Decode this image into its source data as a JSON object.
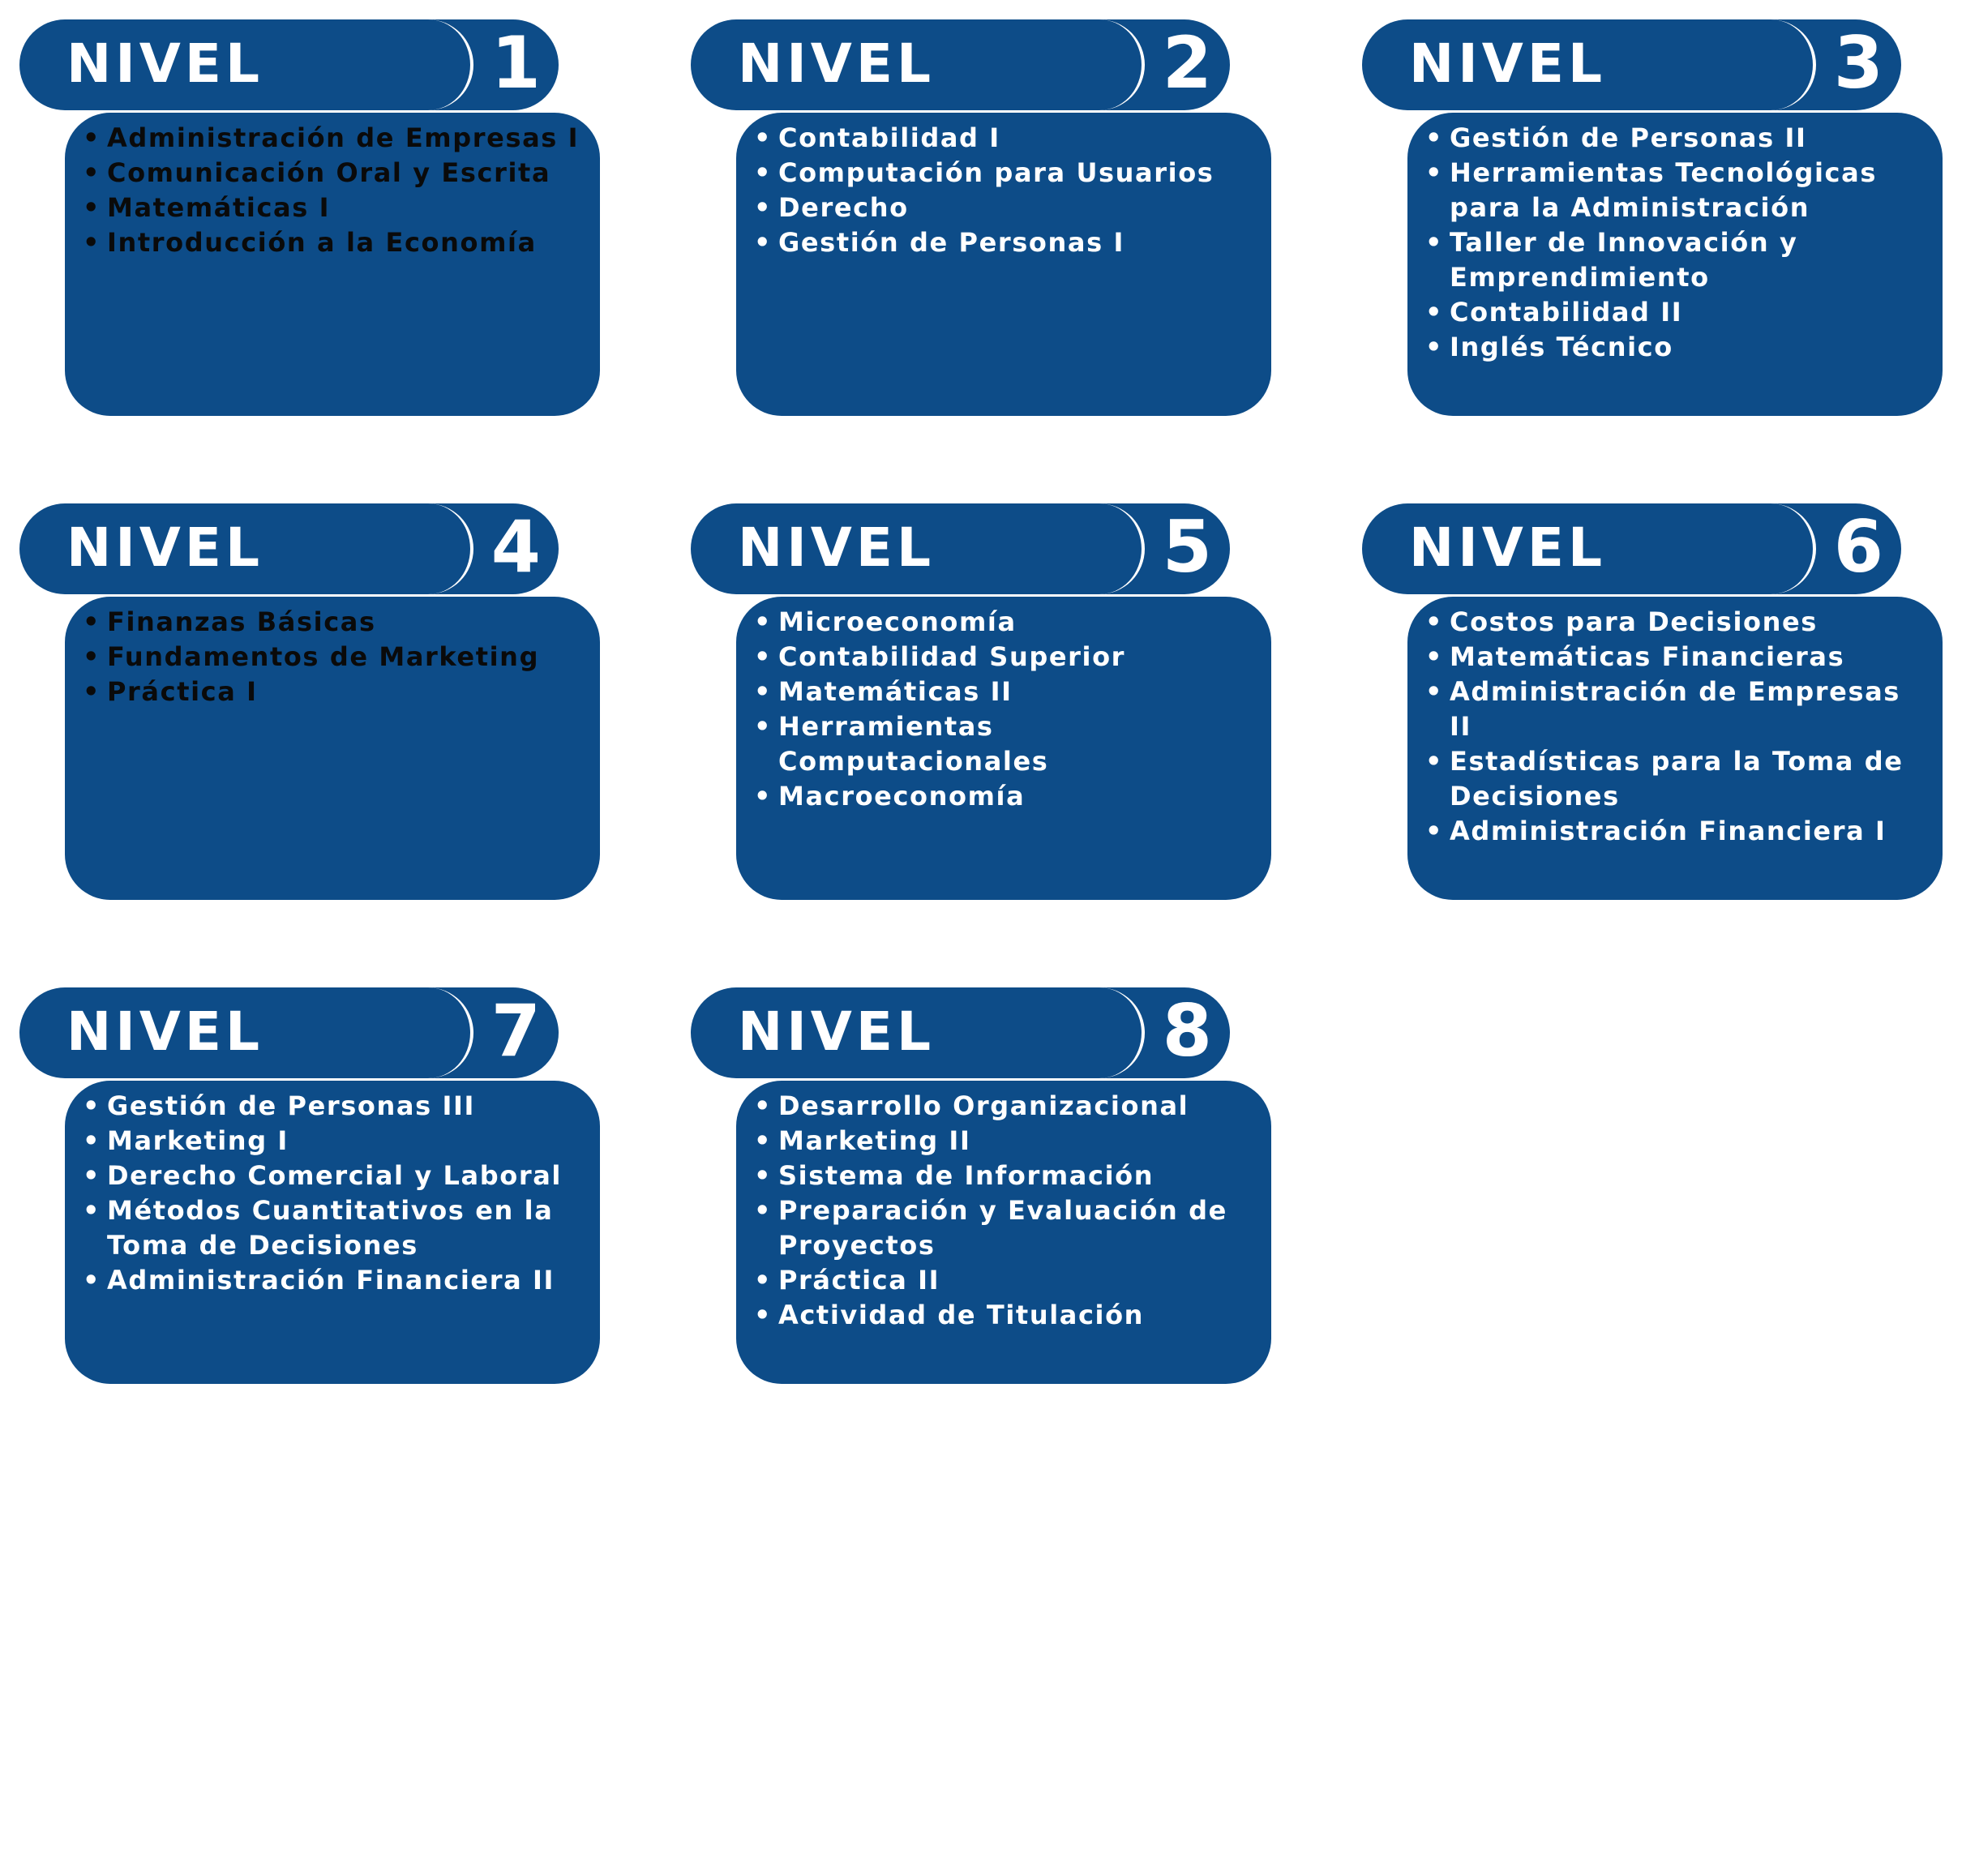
{
  "levels": [
    {
      "word": "NIVEL",
      "number": "1",
      "text_color": "dark",
      "courses": [
        "Administración de Empresas I",
        "Comunicación Oral y Escrita",
        "Matemáticas I",
        "Introducción a la Economía"
      ]
    },
    {
      "word": "NIVEL",
      "number": "2",
      "text_color": "light",
      "courses": [
        "Contabilidad I",
        "Computación para Usuarios",
        "Derecho",
        "Gestión de Personas I"
      ]
    },
    {
      "word": "NIVEL",
      "number": "3",
      "text_color": "light",
      "courses": [
        "Gestión de Personas II",
        "Herramientas Tecnológicas para la Administración",
        "Taller de Innovación y Emprendimiento",
        "Contabilidad II",
        "Inglés Técnico"
      ]
    },
    {
      "word": "NIVEL",
      "number": "4",
      "text_color": "dark",
      "courses": [
        "Finanzas Básicas",
        "Fundamentos de Marketing",
        "Práctica I"
      ]
    },
    {
      "word": "NIVEL",
      "number": "5",
      "text_color": "light",
      "courses": [
        "Microeconomía",
        "Contabilidad Superior",
        "Matemáticas II",
        "Herramientas Computacionales",
        "Macroeconomía"
      ]
    },
    {
      "word": "NIVEL",
      "number": "6",
      "text_color": "light",
      "courses": [
        "Costos para Decisiones",
        "Matemáticas Financieras",
        "Administración de Empresas II",
        "Estadísticas para la Toma de Decisiones",
        "Administración Financiera I"
      ]
    },
    {
      "word": "NIVEL",
      "number": "7",
      "text_color": "light",
      "courses": [
        "Gestión de Personas III",
        "Marketing I",
        "Derecho Comercial y Laboral",
        "Métodos Cuantitativos en la Toma de Decisiones",
        "Administración Financiera II"
      ]
    },
    {
      "word": "NIVEL",
      "number": "8",
      "text_color": "light",
      "courses": [
        "Desarrollo Organizacional",
        "Marketing II",
        "Sistema de Información",
        "Preparación y Evaluación de Proyectos",
        "Práctica II",
        "Actividad de Titulación"
      ]
    }
  ],
  "colors": {
    "card_fill": "#0d4c88",
    "text_light": "#ffffff",
    "text_dark": "#0a0a0a",
    "background": "#ffffff"
  }
}
